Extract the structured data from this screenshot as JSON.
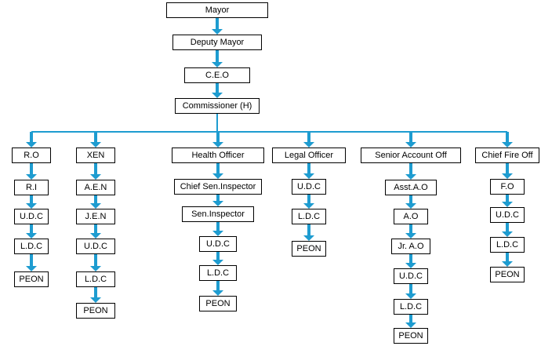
{
  "colors": {
    "arrow": "#1e9cd0",
    "line": "#1e9cd0",
    "box_border": "#000000"
  },
  "diagram": {
    "top_chain": [
      "Mayor",
      "Deputy  Mayor",
      "C.E.O",
      "Commissioner (H)"
    ],
    "columns": [
      {
        "head": "R.O",
        "items": [
          "R.I",
          "U.D.C",
          "L.D.C",
          "PEON"
        ]
      },
      {
        "head": "XEN",
        "items": [
          "A.E.N",
          "J.E.N",
          "U.D.C",
          "L.D.C",
          "PEON"
        ]
      },
      {
        "head": "Health Officer",
        "items": [
          "Chief Sen.Inspector",
          "Sen.Inspector",
          "U.D.C",
          "L.D.C",
          "PEON"
        ]
      },
      {
        "head": "Legal Officer",
        "items": [
          "U.D.C",
          "L.D.C",
          "PEON"
        ]
      },
      {
        "head": "Senior Account Off",
        "items": [
          "Asst.A.O",
          "A.O",
          "Jr. A.O",
          "U.D.C",
          "L.D.C",
          "PEON"
        ]
      },
      {
        "head": "Chief Fire Off",
        "items": [
          "F.O",
          "U.D.C",
          "L.D.C",
          "PEON"
        ]
      }
    ]
  }
}
